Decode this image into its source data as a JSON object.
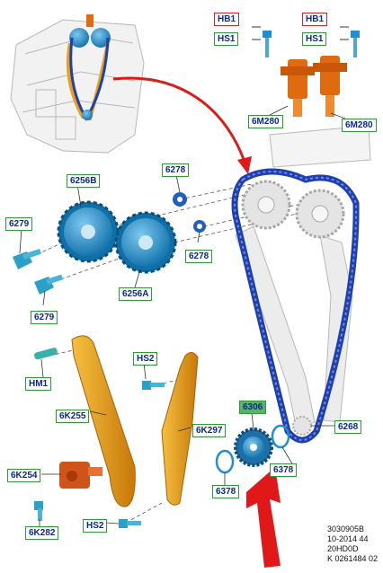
{
  "labels": {
    "hb1_left": "HB1",
    "hs1_left": "HS1",
    "hb1_right": "HB1",
    "hs1_right": "HS1",
    "solenoid_left": "6M280",
    "solenoid_right": "6M280",
    "sprocket_6256b": "6256B",
    "gear_6256a": "6256A",
    "washer_6278_top": "6278",
    "washer_6278_bottom": "6278",
    "bolt_6279_top": "6279",
    "bolt_6279_bottom": "6279",
    "pin_hm1": "HM1",
    "guide_6k255": "6K255",
    "tensioner_arm_6k297": "6K297",
    "tensioner_6k254": "6K254",
    "bolt_hs2_top": "HS2",
    "bolt_hs2_bottom": "HS2",
    "bolt_6k282": "6K282",
    "crank_sprocket_6306": "6306",
    "chain_6268": "6268",
    "oring_6378_right": "6378",
    "oring_6378_left": "6378"
  },
  "reference": [
    "3030905B",
    "10-2014 44",
    "20HD0D",
    "K 0261484 02"
  ],
  "colors": {
    "chain": "#1f3fb0",
    "part_blue": "#1e8fd0",
    "guide_orange": "#e8a018",
    "accent_red": "#e01818",
    "label_border": "#2e9a3a",
    "label_text": "#0a2a8a"
  }
}
